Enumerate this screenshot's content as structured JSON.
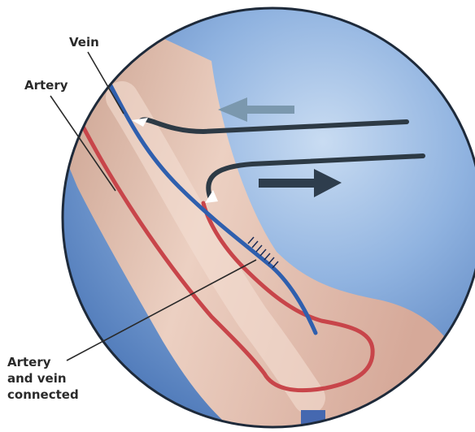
{
  "labels": {
    "vein": "Vein",
    "artery": "Artery",
    "connected_line1": "Artery",
    "connected_line2": "and vein",
    "connected_line3": "connected"
  },
  "colors": {
    "background_circle": "#7aa3d6",
    "circle_edge": "#1e2a3a",
    "skin": "#e0b8a6",
    "vein": "#2f5fae",
    "artery": "#c8454a",
    "catheter": "#2d3a45",
    "arrow_left": "#7b98ae",
    "arrow_right": "#2e3d4d"
  },
  "icons": {
    "arrow_left": "left-arrow-icon",
    "arrow_right": "right-arrow-icon"
  }
}
